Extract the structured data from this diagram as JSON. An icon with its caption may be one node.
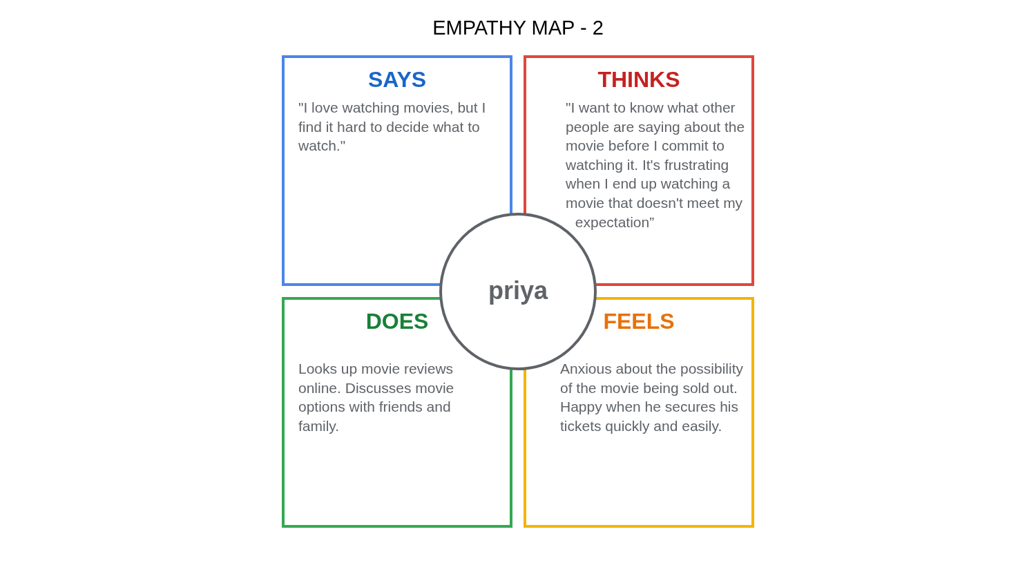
{
  "diagram": {
    "title": "EMPATHY MAP - 2",
    "nodes": [
      {
        "text": [
          "SAYS",
          "\"I love watching movies, but I find it hard to decide what to watch.\""
        ]
      },
      {
        "text": [
          "THINKS",
          "\"I want to know what other people are saying about the movie before I commit to watching it. It's frustrating when I end up watching a movie that doesn't meet my expectation”"
        ]
      },
      {
        "text": [
          "priya"
        ]
      },
      {
        "text": [
          "DOES",
          "Looks up movie reviews online. Discusses movie options with friends and family."
        ]
      },
      {
        "text": [
          "FEELS",
          "Anxious about the possibility of the movie being sold out. Happy when he secures his tickets quickly and easily."
        ]
      }
    ]
  }
}
